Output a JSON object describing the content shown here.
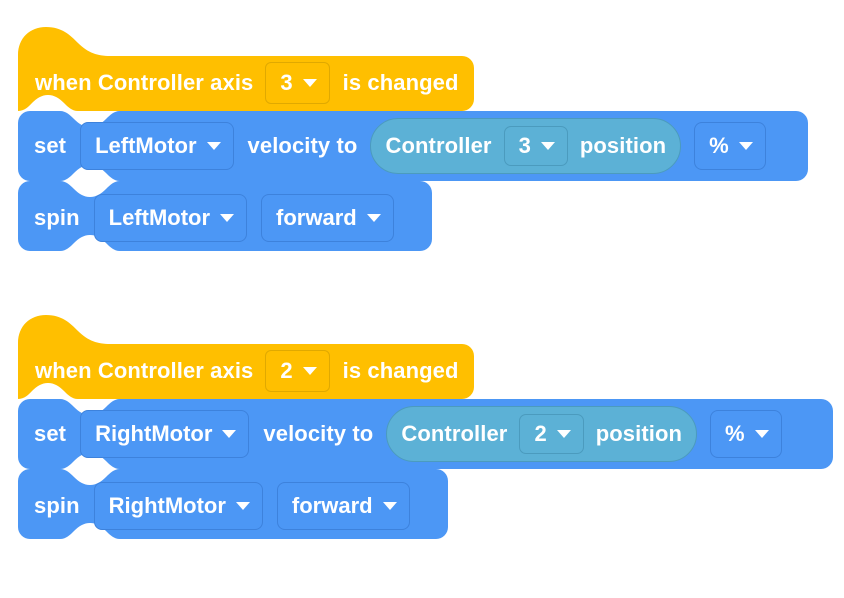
{
  "app": {
    "name": "VEXcode Blocks workspace",
    "background": "#FFFFFF"
  },
  "palette": {
    "events_yellow": "#FFBF00",
    "events_yellow_border": "#E0A900",
    "motion_blue": "#4C97F5",
    "motion_blue_border": "#3D82DC",
    "sensing_teal": "#5CB1D6",
    "sensing_teal_border": "#4B9BBE",
    "text_white": "#FFFFFF"
  },
  "scripts": [
    {
      "id": "script-left-motor",
      "hat": {
        "prefix": "when Controller axis",
        "axis_value": "3",
        "suffix": "is changed"
      },
      "set_block": {
        "prefix": "set",
        "motor_value": "LeftMotor",
        "middle": "velocity to",
        "reporter": {
          "prefix": "Controller",
          "axis_value": "3",
          "suffix": "position"
        },
        "units_value": "%"
      },
      "spin_block": {
        "prefix": "spin",
        "motor_value": "LeftMotor",
        "direction_value": "forward"
      }
    },
    {
      "id": "script-right-motor",
      "hat": {
        "prefix": "when Controller axis",
        "axis_value": "2",
        "suffix": "is changed"
      },
      "set_block": {
        "prefix": "set",
        "motor_value": "RightMotor",
        "middle": "velocity to",
        "reporter": {
          "prefix": "Controller",
          "axis_value": "2",
          "suffix": "position"
        },
        "units_value": "%"
      },
      "spin_block": {
        "prefix": "spin",
        "motor_value": "RightMotor",
        "direction_value": "forward"
      }
    }
  ]
}
